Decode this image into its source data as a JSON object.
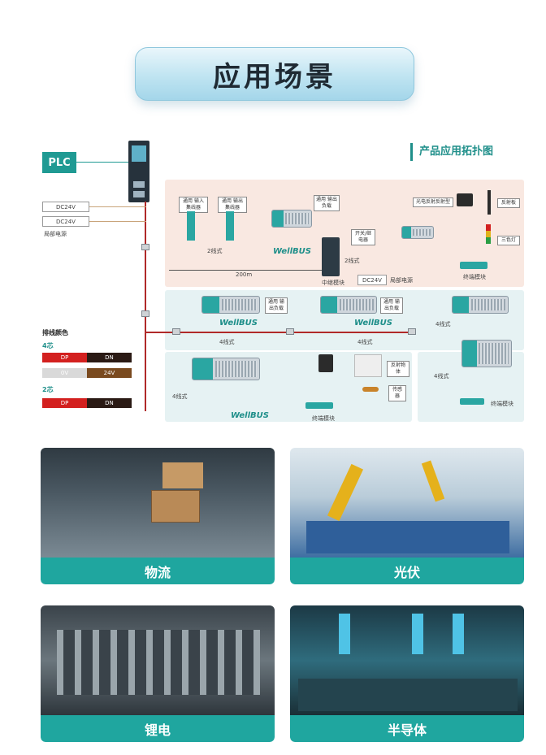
{
  "page": {
    "title": "应用场景"
  },
  "topology": {
    "title": "产品应用拓扑图",
    "plc_label": "PLC",
    "dc24v_1": "DC24V",
    "dc24v_2": "DC24V",
    "local_power": "局部电源",
    "dc24v_3": "DC24V",
    "local_power_2": "局部电源",
    "callouts": {
      "input_hub": "通用\n输入集线器",
      "output_hub": "通用\n输出集线器",
      "output_load": "通用\n输出负载",
      "photo_sensor": "光电反射反射型",
      "reflector": "反射板",
      "light": "三色灯",
      "relay": "开关/继电器",
      "output_load_2": "通用\n输出负载",
      "output_load_3": "通用\n输出负载",
      "reflect_object": "反射物体",
      "sensor": "传感器"
    },
    "labels": {
      "two_wire": "2线式",
      "two_wire_b": "2线式",
      "distance": "200m",
      "relay_module": "中继模块",
      "terminal_module_1": "终端模块",
      "four_wire_a": "4线式",
      "four_wire_b": "4线式",
      "four_wire_c": "4线式",
      "four_wire_d": "4线式",
      "four_wire_e": "4线式",
      "terminal_module_2": "终端模块",
      "terminal_module_3": "终端模块"
    },
    "wellbus": [
      "WellBUS",
      "WellBUS",
      "WellBUS",
      "WellBUS"
    ],
    "legend": {
      "title": "排线颜色",
      "four_core": "4芯",
      "two_core": "2芯",
      "row1": [
        "DP",
        "DN"
      ],
      "row2": [
        "0V",
        "24V"
      ],
      "row3": [
        "DP",
        "DN"
      ]
    }
  },
  "applications": [
    {
      "label": "物流"
    },
    {
      "label": "光伏"
    },
    {
      "label": "锂电"
    },
    {
      "label": "半导体"
    }
  ],
  "colors": {
    "accent": "#1fa69f",
    "cable_red": "#b02929",
    "dp_red": "#d3201f",
    "dn_dark": "#2a1a14",
    "v0_grey": "#d9d9d9",
    "v24_brown": "#7a4a1f"
  }
}
